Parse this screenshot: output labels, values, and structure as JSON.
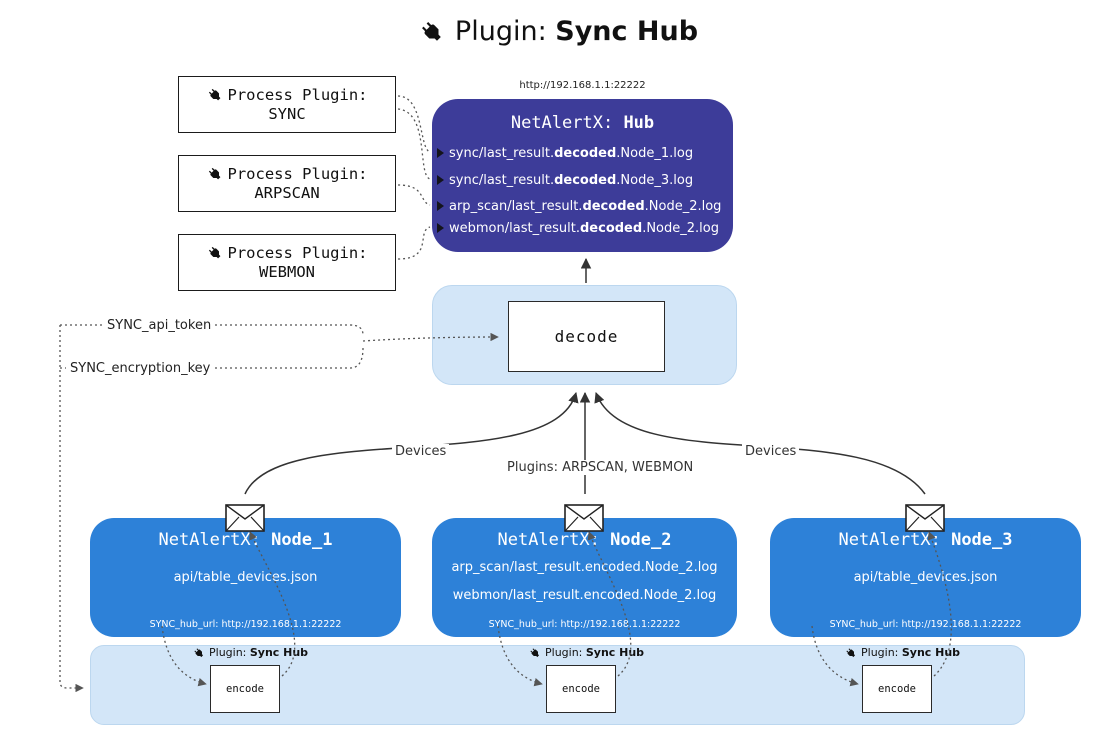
{
  "colors": {
    "hub_bg": "#3d3c99",
    "node_bg": "#2d81d8",
    "panel_bg": "#d3e6f8",
    "line": "#333333",
    "dotted": "#555555"
  },
  "title": {
    "prefix": "Plugin: ",
    "bold": "Sync Hub"
  },
  "process_plugins": [
    {
      "label": "Process Plugin:",
      "name": "SYNC"
    },
    {
      "label": "Process Plugin:",
      "name": "ARPSCAN"
    },
    {
      "label": "Process Plugin:",
      "name": "WEBMON"
    }
  ],
  "hub": {
    "url": "http://192.168.1.1:22222",
    "title_prefix": "NetAlertX: ",
    "title_bold": "Hub",
    "lines": [
      {
        "pre": "sync/last_result.",
        "bold": "decoded",
        "post": ".Node_1.log"
      },
      {
        "pre": "sync/last_result.",
        "bold": "decoded",
        "post": ".Node_3.log"
      },
      {
        "pre": "arp_scan/last_result.",
        "bold": "decoded",
        "post": ".Node_2.log"
      },
      {
        "pre": "webmon/last_result.",
        "bold": "decoded",
        "post": ".Node_2.log"
      }
    ]
  },
  "decode_label": "decode",
  "config_labels": {
    "api_token": "SYNC_api_token",
    "encryption_key": "SYNC_encryption_key"
  },
  "edge_labels": {
    "left": "Devices",
    "center": "Plugins: ARPSCAN, WEBMON",
    "right": "Devices"
  },
  "nodes": [
    {
      "title_prefix": "NetAlertX: ",
      "title_bold": "Node_1",
      "lines": [
        "api/table_devices.json"
      ],
      "footer": "SYNC_hub_url: http://192.168.1.1:22222"
    },
    {
      "title_prefix": "NetAlertX: ",
      "title_bold": "Node_2",
      "lines": [
        "arp_scan/last_result.encoded.Node_2.log",
        "webmon/last_result.encoded.Node_2.log"
      ],
      "footer": "SYNC_hub_url: http://192.168.1.1:22222"
    },
    {
      "title_prefix": "NetAlertX: ",
      "title_bold": "Node_3",
      "lines": [
        "api/table_devices.json"
      ],
      "footer": "SYNC_hub_url: http://192.168.1.1:22222"
    }
  ],
  "encoders": [
    {
      "plugin_prefix": "Plugin: ",
      "plugin_bold": "Sync Hub",
      "label": "encode"
    },
    {
      "plugin_prefix": "Plugin: ",
      "plugin_bold": "Sync Hub",
      "label": "encode"
    },
    {
      "plugin_prefix": "Plugin: ",
      "plugin_bold": "Sync Hub",
      "label": "encode"
    }
  ]
}
